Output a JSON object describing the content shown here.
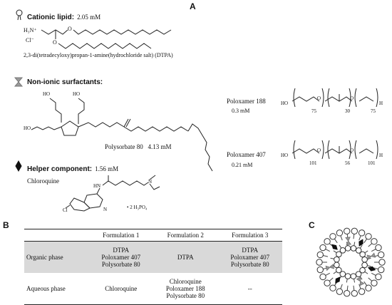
{
  "panels": {
    "a": "A",
    "b": "B",
    "c": "C"
  },
  "cationic": {
    "label": "Cationic lipid:",
    "conc": "2.05 mM",
    "amine": "H₃N⁺",
    "counterion": "Cl⁻",
    "oxygen": "O",
    "name": "2,3-di(tetradecyloxy)propan-1-amine(hydrochloride salt) (DTPA)",
    "icon": "lipid-icon"
  },
  "nonionic": {
    "label": "Non-ionic surfactants:",
    "icon": "hourglass-icon",
    "polysorbate": {
      "name": "Polysorbate 80",
      "conc": "4.13 mM",
      "ho": "HO"
    },
    "p188": {
      "name": "Poloxamer 188",
      "conc": "0.3 mM",
      "n1": "75",
      "n2": "30",
      "n3": "75",
      "ho": "HO",
      "h": "H",
      "o": "O"
    },
    "p407": {
      "name": "Poloxamer 407",
      "conc": "0.21 mM",
      "n1": "101",
      "n2": "56",
      "n3": "101",
      "ho": "HO",
      "h": "H",
      "o": "O"
    }
  },
  "helper": {
    "label": "Helper component:",
    "conc": "1.56 mM",
    "icon": "diamond-icon",
    "name": "Chloroquine",
    "salt": "• 2 H₃PO₄",
    "hn": "HN",
    "n": "N",
    "cl": "Cl"
  },
  "table": {
    "headers": [
      "",
      "Formulation 1",
      "Formulation 2",
      "Formulation 3"
    ],
    "rows": [
      {
        "label": "Organic phase",
        "f1": [
          "DTPA",
          "Poloxamer 407",
          "Polysorbate 80"
        ],
        "f2": [
          "DTPA"
        ],
        "f3": [
          "DTPA",
          "Poloxamer 407",
          "Polysorbate 80"
        ]
      },
      {
        "label": "Aqueous phase",
        "f1": [
          "Chloroquine"
        ],
        "f2": [
          "Chloroquine",
          "Poloxamer 188",
          "Polysorbate 80"
        ],
        "f3": [
          "--"
        ]
      }
    ]
  },
  "colors": {
    "shade": "#d9d9d9",
    "ink": "#222222",
    "grey_marker": "#9a9a9a"
  }
}
